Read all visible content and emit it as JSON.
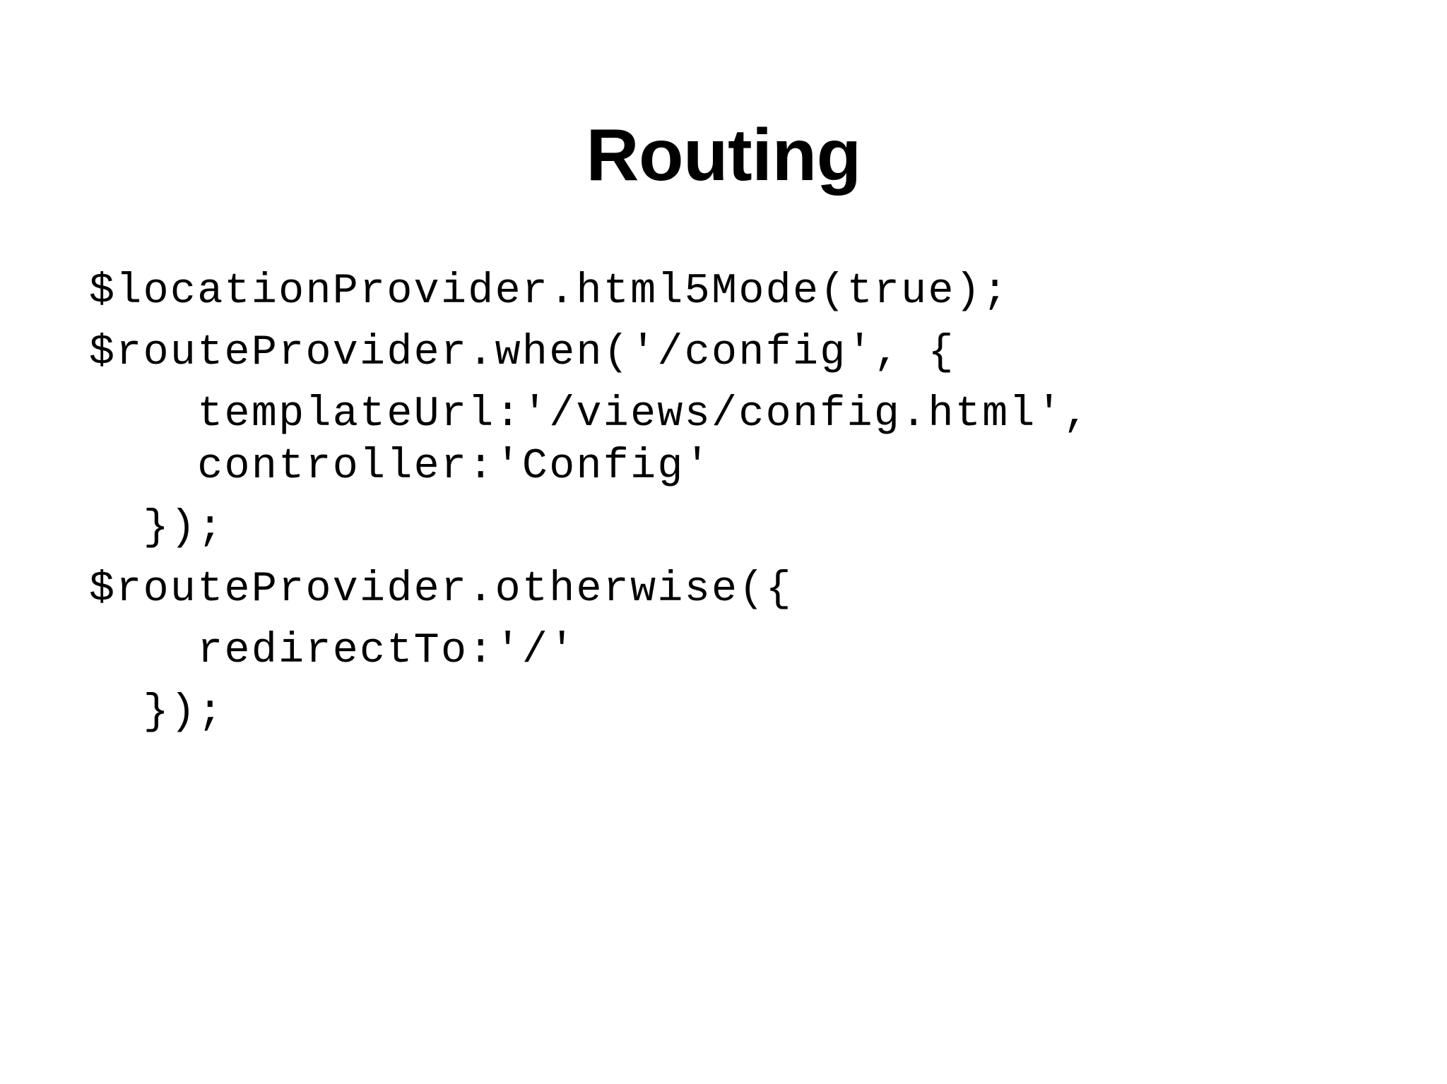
{
  "slide": {
    "title": "Routing",
    "background_color": "#ffffff",
    "text_color": "#000000",
    "code": {
      "language": "javascript",
      "lines": [
        {
          "text": "$locationProvider.html5Mode(true);",
          "indent": 0,
          "gap": "first"
        },
        {
          "text": "$routeProvider.when('/config', {",
          "indent": 0,
          "gap": "lg"
        },
        {
          "text": "    templateUrl:'/views/config.html',",
          "indent": 4,
          "gap": "lg"
        },
        {
          "text": "    controller:'Config'",
          "indent": 4,
          "gap": "sm"
        },
        {
          "text": "  });",
          "indent": 2,
          "gap": "lg"
        },
        {
          "text": "$routeProvider.otherwise({",
          "indent": 0,
          "gap": "lg"
        },
        {
          "text": "    redirectTo:'/'",
          "indent": 4,
          "gap": "lg"
        },
        {
          "text": "  });",
          "indent": 2,
          "gap": "lg"
        }
      ]
    }
  }
}
